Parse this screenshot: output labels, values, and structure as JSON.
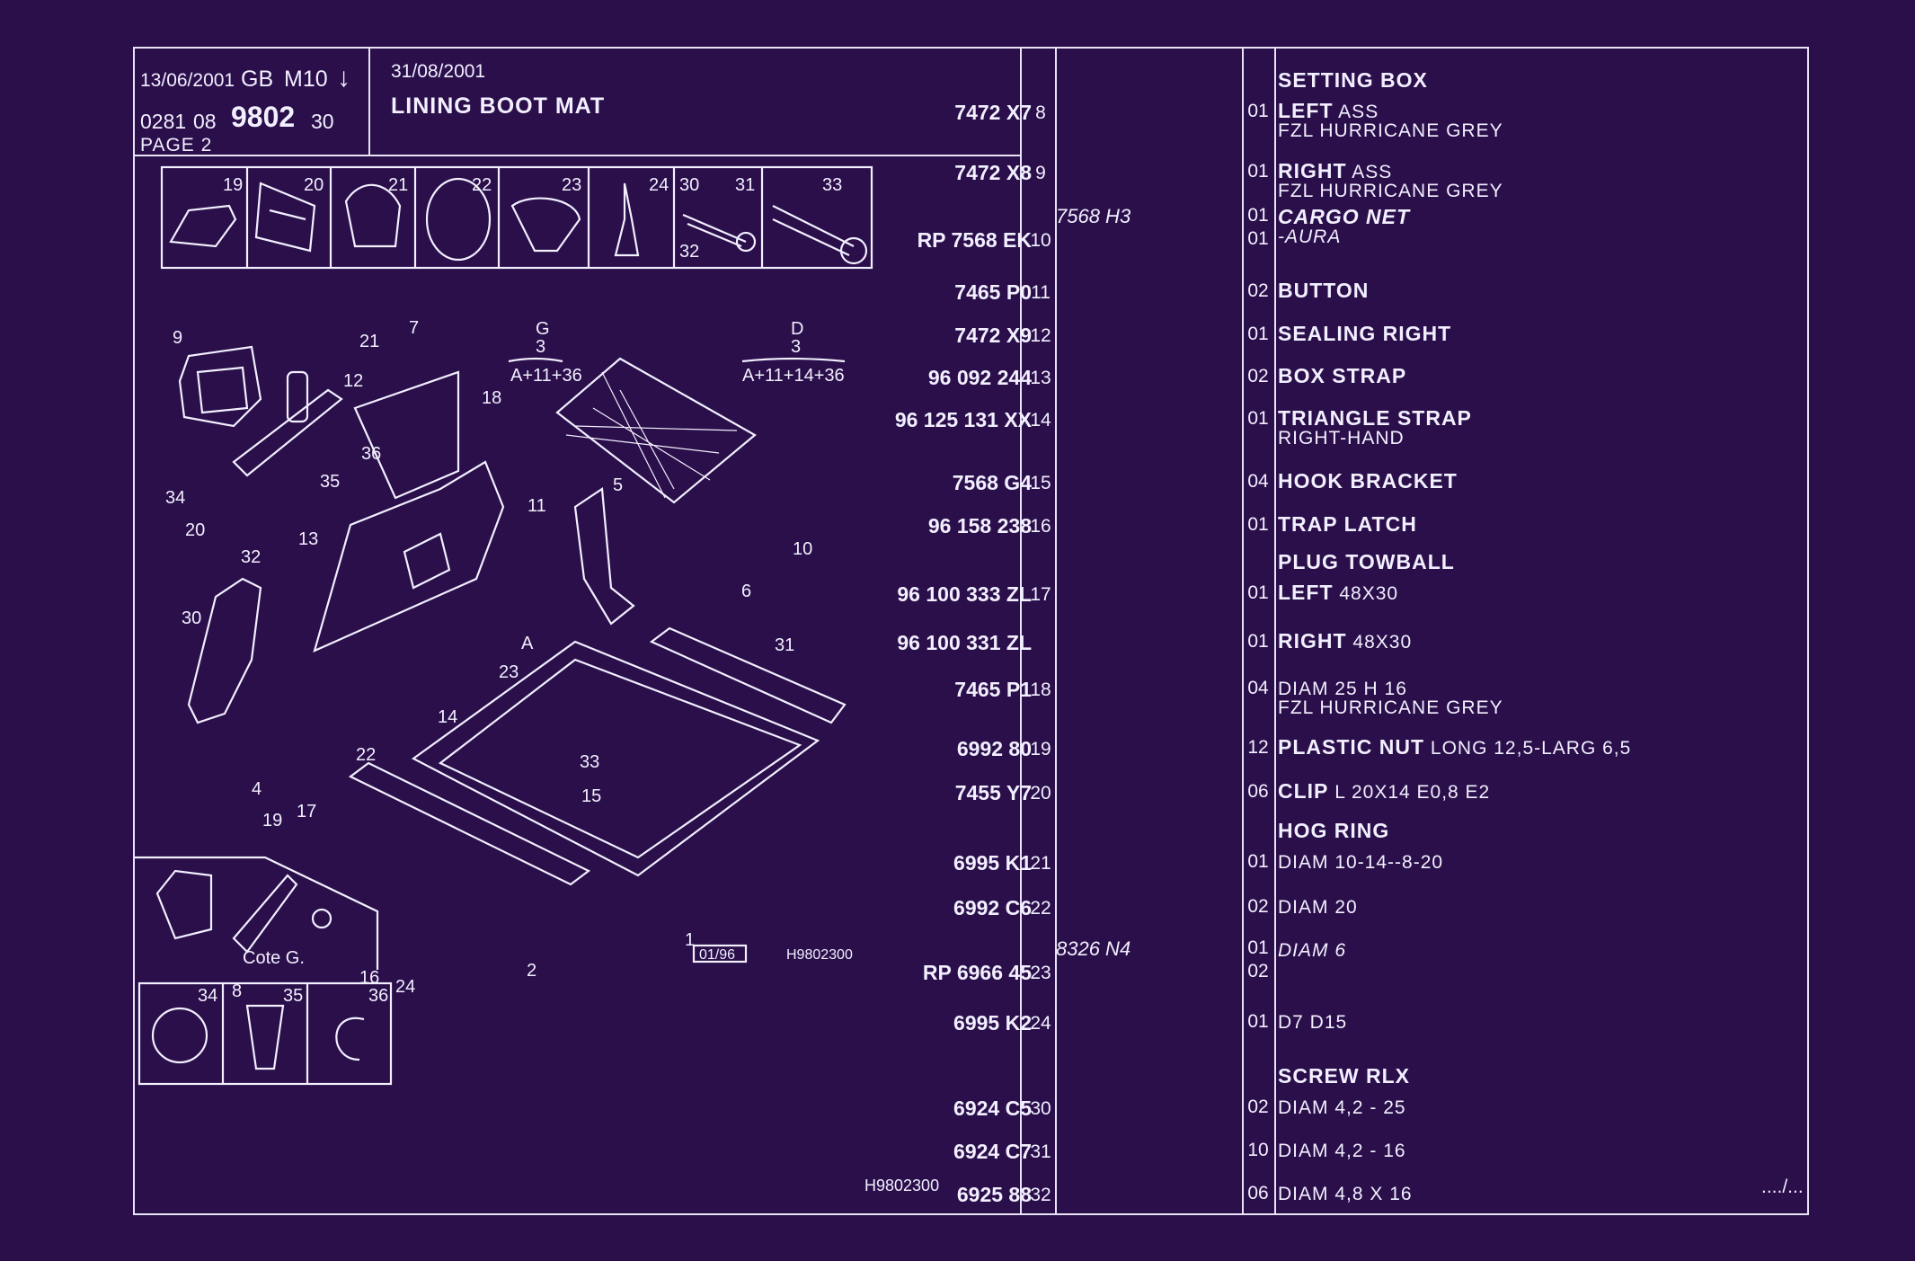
{
  "header": {
    "date1": "13/06/2001",
    "region": "GB",
    "model": "M10",
    "arrow": "↓",
    "code_a": "0281",
    "code_b": "08",
    "code_main": "9802",
    "code_c": "30",
    "page": "PAGE 2",
    "date2": "31/08/2001",
    "title": "LINING BOOT MAT"
  },
  "diagram": {
    "thumb_labels": [
      "19",
      "20",
      "21",
      "22",
      "23",
      "24",
      "30",
      "31",
      "32",
      "33"
    ],
    "side_labels": [
      "34",
      "35",
      "36"
    ],
    "variant_g_letter": "G",
    "variant_g_num": "3",
    "variant_g_code": "A+11+36",
    "variant_d_letter": "D",
    "variant_d_num": "3",
    "variant_d_code": "A+11+14+36",
    "cote": "Cote G.",
    "stamp": "01/96",
    "ref_small": "H9802300",
    "ref_bottom": "H9802300",
    "callouts": [
      "9",
      "21",
      "12",
      "7",
      "18",
      "36",
      "35",
      "34",
      "32",
      "13",
      "20",
      "11",
      "5",
      "10",
      "30",
      "A",
      "23",
      "6",
      "31",
      "14",
      "22",
      "4",
      "17",
      "19",
      "33",
      "15",
      "2",
      "1",
      "8",
      "16",
      "24"
    ]
  },
  "continued": "..../...",
  "parts": [
    {
      "idx": "8",
      "ref": "7472 X7",
      "ref_alt": "",
      "qty": "01",
      "pre": "SETTING BOX",
      "d1": "LEFT",
      "d1n": " ASS",
      "d2": "FZL HURRICANE GREY",
      "qty2": ""
    },
    {
      "idx": "9",
      "ref": "7472 X8",
      "ref_alt": "",
      "qty": "01",
      "pre": "",
      "d1": "RIGHT",
      "d1n": " ASS",
      "d2": "FZL HURRICANE GREY",
      "qty2": ""
    },
    {
      "idx": "10",
      "ref": "RP  7568 EK",
      "ref_alt": "7568 H3",
      "qty": "01",
      "pre": "",
      "d1": "CARGO NET",
      "d1n": "",
      "d2": "-AURA",
      "qty2": "01"
    },
    {
      "idx": "11",
      "ref": "7465 P0",
      "ref_alt": "",
      "qty": "02",
      "pre": "",
      "d1": "BUTTON",
      "d1n": "",
      "d2": "",
      "qty2": ""
    },
    {
      "idx": "12",
      "ref": "7472 X9",
      "ref_alt": "",
      "qty": "01",
      "pre": "",
      "d1": "SEALING RIGHT",
      "d1n": "",
      "d2": "",
      "qty2": ""
    },
    {
      "idx": "13",
      "ref": "96 092 244",
      "ref_alt": "",
      "qty": "02",
      "pre": "",
      "d1": "BOX STRAP",
      "d1n": "",
      "d2": "",
      "qty2": ""
    },
    {
      "idx": "14",
      "ref": "96 125 131  XX",
      "ref_alt": "",
      "qty": "01",
      "pre": "",
      "d1": "TRIANGLE STRAP",
      "d1n": "",
      "d2": "RIGHT-HAND",
      "qty2": ""
    },
    {
      "idx": "15",
      "ref": "7568 G4",
      "ref_alt": "",
      "qty": "04",
      "pre": "",
      "d1": "HOOK BRACKET",
      "d1n": "",
      "d2": "",
      "qty2": ""
    },
    {
      "idx": "16",
      "ref": "96 158 238",
      "ref_alt": "",
      "qty": "01",
      "pre": "",
      "d1": "TRAP LATCH",
      "d1n": "",
      "d2": "",
      "qty2": ""
    },
    {
      "idx": "17",
      "ref": "96 100 333  ZL",
      "ref_alt": "",
      "qty": "01",
      "pre": "PLUG TOWBALL",
      "d1": "LEFT",
      "d1n": " 48X30",
      "d2": "",
      "qty2": ""
    },
    {
      "idx": "",
      "ref": "96 100 331  ZL",
      "ref_alt": "",
      "qty": "01",
      "pre": "",
      "d1": "RIGHT",
      "d1n": " 48X30",
      "d2": "",
      "qty2": ""
    },
    {
      "idx": "18",
      "ref": "7465 P1",
      "ref_alt": "",
      "qty": "04",
      "pre": "",
      "d1": "",
      "d1n": "DIAM 25 H 16",
      "d2": "FZL HURRICANE GREY",
      "qty2": ""
    },
    {
      "idx": "19",
      "ref": "6992 80",
      "ref_alt": "",
      "qty": "12",
      "pre": "",
      "d1": "PLASTIC NUT",
      "d1n": " LONG 12,5-LARG 6,5",
      "d2": "",
      "qty2": ""
    },
    {
      "idx": "20",
      "ref": "7455 Y7",
      "ref_alt": "",
      "qty": "06",
      "pre": "",
      "d1": "CLIP",
      "d1n": " L 20X14 E0,8 E2",
      "d2": "",
      "qty2": ""
    },
    {
      "idx": "21",
      "ref": "6995 K1",
      "ref_alt": "",
      "qty": "01",
      "pre": "HOG RING",
      "d1": "",
      "d1n": "DIAM 10-14--8-20",
      "d2": "",
      "qty2": ""
    },
    {
      "idx": "22",
      "ref": "6992 C6",
      "ref_alt": "",
      "qty": "02",
      "pre": "",
      "d1": "",
      "d1n": "DIAM 20",
      "d2": "",
      "qty2": ""
    },
    {
      "idx": "23",
      "ref": "RP  6966 45",
      "ref_alt": "8326 N4",
      "qty": "02",
      "pre": "",
      "d1": "",
      "d1n": "DIAM 6",
      "d2": "",
      "qty2": "01"
    },
    {
      "idx": "24",
      "ref": "6995 K2",
      "ref_alt": "",
      "qty": "01",
      "pre": "",
      "d1": "",
      "d1n": "D7 D15",
      "d2": "",
      "qty2": ""
    },
    {
      "idx": "30",
      "ref": "6924 C5",
      "ref_alt": "",
      "qty": "02",
      "pre": "SCREW RLX",
      "d1": "",
      "d1n": "DIAM 4,2 - 25",
      "d2": "",
      "qty2": ""
    },
    {
      "idx": "31",
      "ref": "6924 C7",
      "ref_alt": "",
      "qty": "10",
      "pre": "",
      "d1": "",
      "d1n": "DIAM 4,2 - 16",
      "d2": "",
      "qty2": ""
    },
    {
      "idx": "32",
      "ref": "6925 88",
      "ref_alt": "",
      "qty": "06",
      "pre": "",
      "d1": "",
      "d1n": "DIAM 4,8 X 16",
      "d2": "",
      "qty2": ""
    }
  ]
}
